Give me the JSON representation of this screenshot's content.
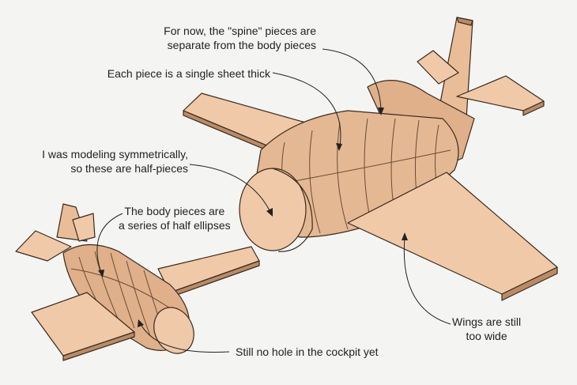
{
  "annotations": {
    "spine": {
      "lines": [
        "For now, the \"spine\" pieces are",
        "separate from the body pieces"
      ]
    },
    "sheet": {
      "lines": [
        "Each piece is a single sheet thick"
      ]
    },
    "symmetric": {
      "lines": [
        "I was modeling symmetrically,",
        "so these are half-pieces"
      ]
    },
    "body": {
      "lines": [
        "The body pieces are",
        "a series of half ellipses"
      ]
    },
    "wings": {
      "lines": [
        "Wings are still",
        "too wide"
      ]
    },
    "cockpit": {
      "lines": [
        "Still no hole in the cockpit yet"
      ]
    }
  },
  "colors": {
    "background": "#f4f4f2",
    "wood_light": "#f0c9a8",
    "wood_mid": "#dfb08a",
    "wood_dark": "#b98b66",
    "edge": "#3a2a1e",
    "leader": "#222222"
  }
}
